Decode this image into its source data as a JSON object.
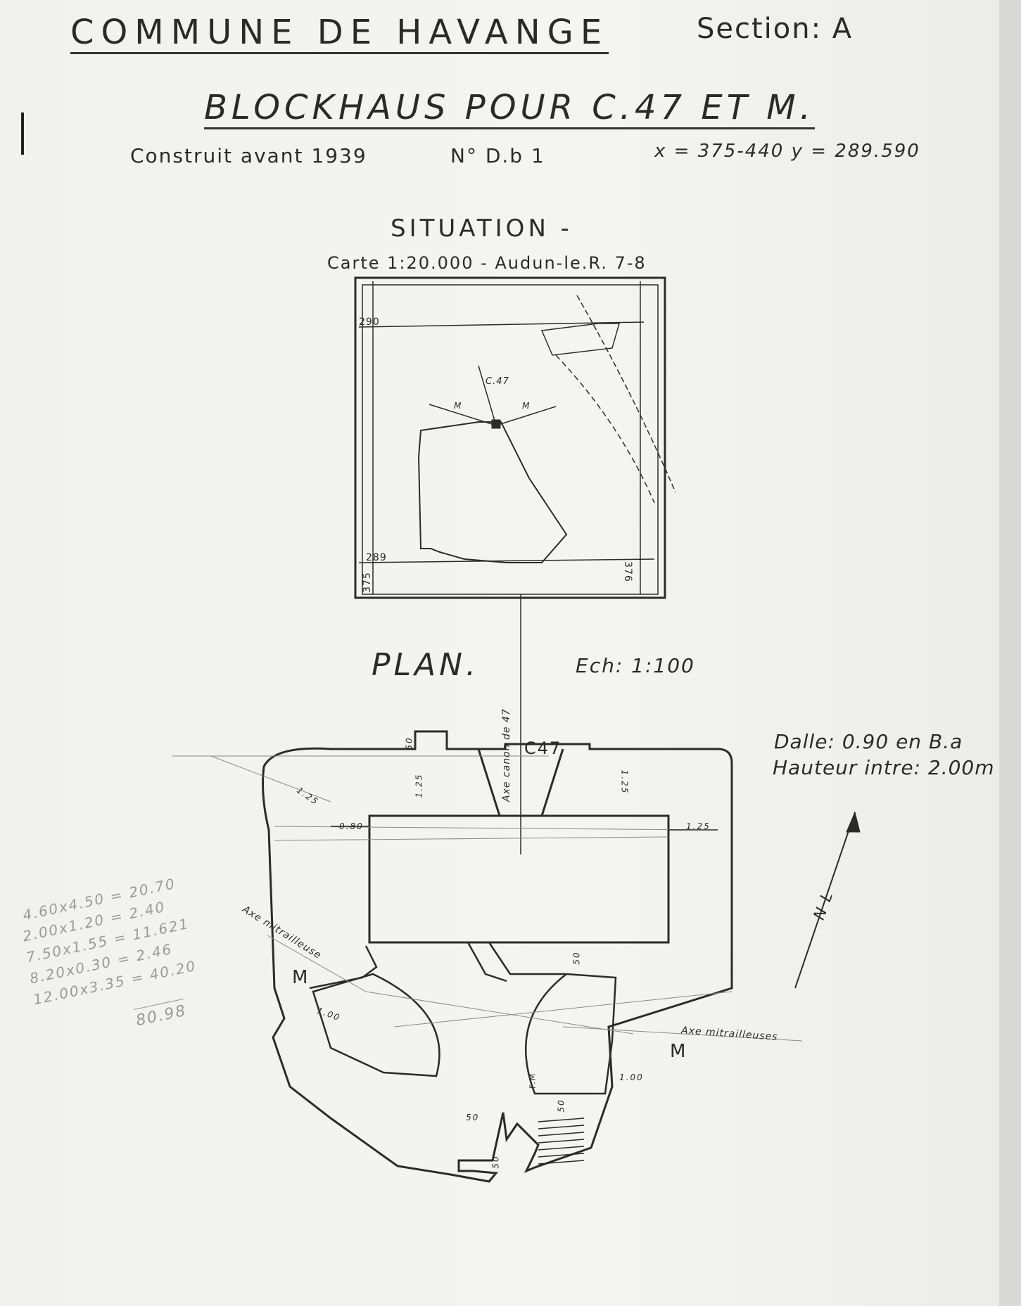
{
  "header": {
    "commune": "COMMUNE DE HAVANGE",
    "section": "Section: A",
    "title": "BLOCKHAUS POUR C.47 ET M.",
    "built": "Construit avant 1939",
    "number": "N° D.b 1",
    "coords": "x = 375-440  y = 289.590"
  },
  "situation": {
    "title": "SITUATION -",
    "map_ref": "Carte 1:20.000 - Audun-le.R. 7-8",
    "grid": {
      "top": "290",
      "bottom": "289",
      "left": "375",
      "right": "376"
    },
    "marks": {
      "c47": "C.47",
      "m_left": "M",
      "m_right": "M"
    }
  },
  "plan": {
    "title": "PLAN.",
    "scale": "Ech: 1:100",
    "dalle": "Dalle: 0.90 en B.a",
    "hauteur": "Hauteur intre: 2.00m",
    "north": "N L",
    "c47": "C47",
    "axe_canon": "Axe canon de 47",
    "axe_mitr_left": "Axe mitrailleuse",
    "axe_mitr_right": "Axe mitrailleuses",
    "m_left": "M",
    "m_right": "M",
    "fm": "F.M",
    "dims": {
      "d50_top": "50",
      "d125_left": "1.25",
      "d125_right": "1.25",
      "d125_diag": "1.25",
      "d080": "0.80",
      "d125_side": "1.25",
      "d50_mid": "50",
      "d100_left": "1.00",
      "d100_right": "1.00",
      "d50_a": "50",
      "d50_b": "50",
      "d50_c": "50"
    }
  },
  "pencil_notes": [
    "4.60x4.50 = 20.70",
    "2.00x1.20 = 2.40",
    "7.50x1.55 = 11.621",
    "8.20x0.30 = 2.46",
    "12.00x3.35 = 40.20",
    "80.98"
  ]
}
